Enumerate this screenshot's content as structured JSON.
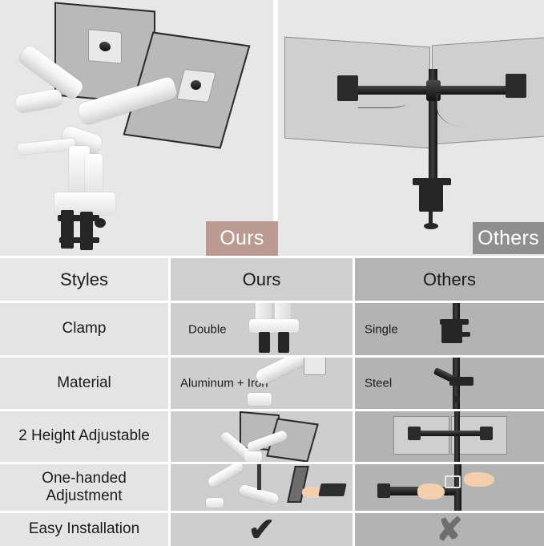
{
  "badges": {
    "ours": "Ours",
    "others": "Others",
    "ours_color": "#bb9b91",
    "others_color": "#8f8f8f"
  },
  "photos": {
    "left": {
      "alt": "white dual gas-spring monitor arm with two monitors",
      "product": "ours"
    },
    "right": {
      "alt": "black dual monitor mount on single center pole",
      "product": "others"
    }
  },
  "table": {
    "columns": [
      "Styles",
      "Ours",
      "Others"
    ],
    "rows": [
      {
        "label": "Clamp",
        "ours": "Double",
        "others": "Single",
        "ours_art": "double-clamp",
        "others_art": "single-clamp"
      },
      {
        "label": "Material",
        "ours": "Aluminum + Iron",
        "others": "Steel",
        "ours_art": "white-arm",
        "others_art": "black-pole"
      },
      {
        "label": "2 Height Adjustable",
        "ours": "",
        "others": "",
        "ours_art": "two-monitors-angled",
        "others_art": "two-monitors-flat"
      },
      {
        "label": "One-handed\nAdjustment",
        "ours": "",
        "others": "",
        "ours_art": "one-hand-adjust",
        "others_art": "two-hand-adjust"
      },
      {
        "label": "Easy Installation",
        "ours": "✔",
        "others": "✘",
        "ours_art": "check-mark",
        "others_art": "x-mark"
      }
    ]
  },
  "colors": {
    "col_styles_bg": "#e4e4e4",
    "col_ours_bg": "#cecece",
    "col_others_bg": "#b3b3b3",
    "photo_bg": "#e7e7e7",
    "text": "#1b1b1b",
    "check": "#2a2a2a",
    "cross": "#6e6e6e"
  }
}
